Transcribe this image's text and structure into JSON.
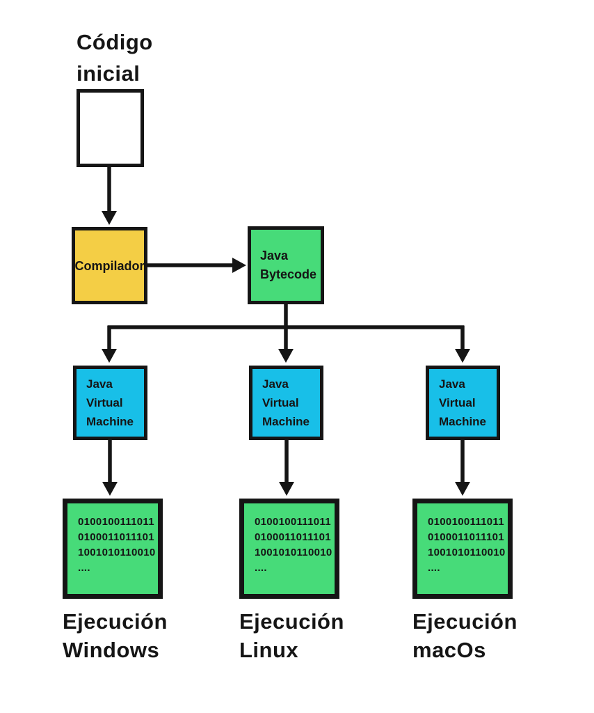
{
  "diagram": {
    "title": "Código inicial",
    "compiler": {
      "label": "Compilador"
    },
    "bytecode": {
      "label": "Java Bytecode"
    },
    "columns": [
      {
        "vm_label": "Java Virtual Machine",
        "binary": [
          "0100100111011",
          "0100011011101",
          "1001010110010",
          "...."
        ],
        "caption": "Ejecución Windows"
      },
      {
        "vm_label": "Java Virtual Machine",
        "binary": [
          "0100100111011",
          "0100011011101",
          "1001010110010",
          "...."
        ],
        "caption": "Ejecución Linux"
      },
      {
        "vm_label": "Java Virtual Machine",
        "binary": [
          "0100100111011",
          "0100011011101",
          "1001010110010",
          "...."
        ],
        "caption": "Ejecución macOs"
      }
    ],
    "colors": {
      "compiler_box": "#F4CE45",
      "bytecode_box": "#47DB79",
      "vm_box": "#18BFE8",
      "binary_box": "#47DB79",
      "line": "#151515",
      "background": "#ffffff"
    }
  }
}
